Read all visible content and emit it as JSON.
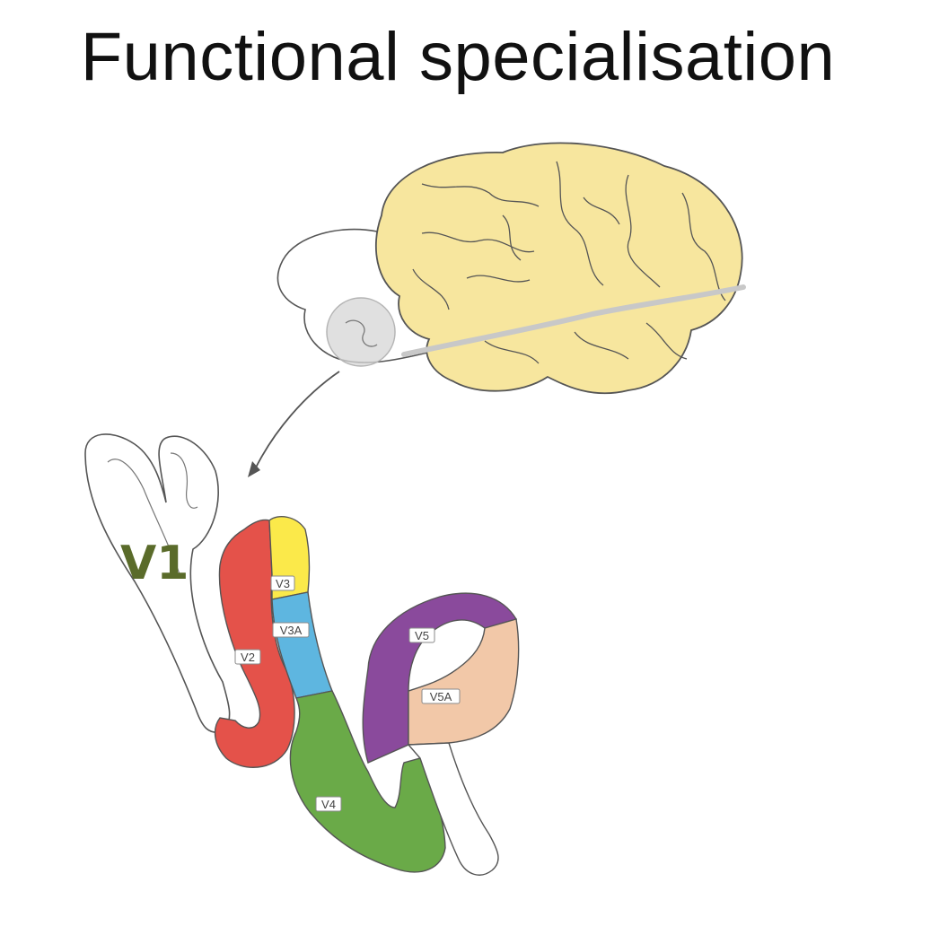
{
  "title": "Functional specialisation",
  "hand_label": "V1",
  "areas": {
    "v2": {
      "label": "V2",
      "color": "#e4524a"
    },
    "v3": {
      "label": "V3",
      "color": "#fbe94a"
    },
    "v3a": {
      "label": "V3A",
      "color": "#5eb6e0"
    },
    "v4": {
      "label": "V4",
      "color": "#6aaa48"
    },
    "v5": {
      "label": "V5",
      "color": "#8a4a9c"
    },
    "v5a": {
      "label": "V5A",
      "color": "#f2c8a8"
    }
  },
  "colors": {
    "brain_cortex": "#f7e69e",
    "brain_stem": "#ffffff",
    "outline": "#555555",
    "hand_label": "#5a6b2a",
    "magnifier": "#d6d6d6"
  }
}
